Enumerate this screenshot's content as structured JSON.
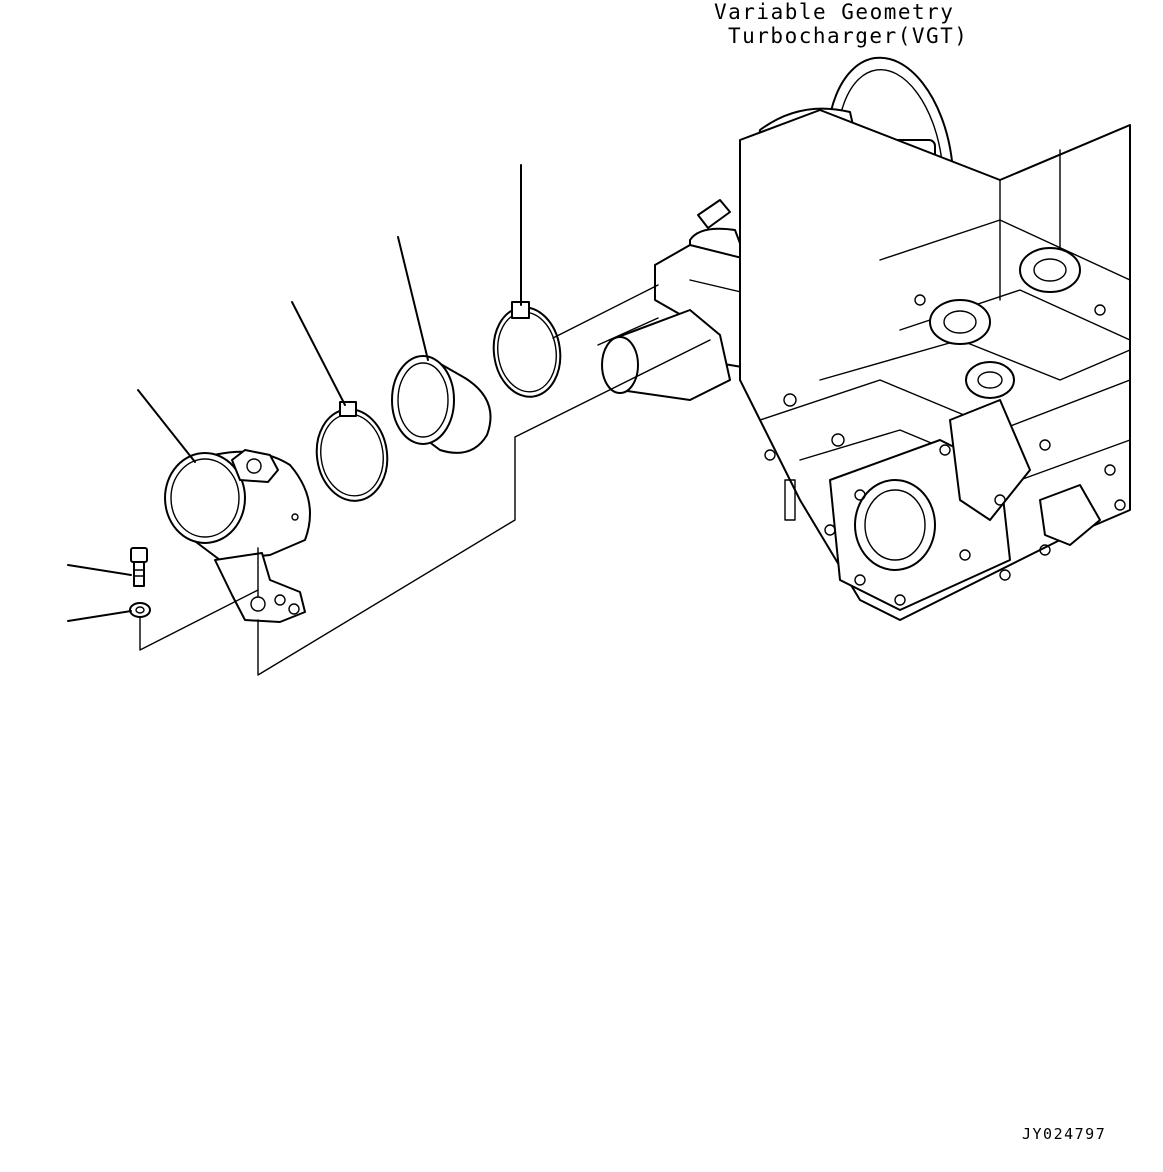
{
  "diagram": {
    "title_line1": "Variable Geometry",
    "title_line2": "Turbocharger(VGT)",
    "drawing_code": "JY024797"
  },
  "callouts": [
    {
      "part": "elbow-pipe"
    },
    {
      "part": "hose-clamp-left"
    },
    {
      "part": "rubber-hose"
    },
    {
      "part": "hose-clamp-right"
    },
    {
      "part": "bolt"
    },
    {
      "part": "washer"
    }
  ]
}
